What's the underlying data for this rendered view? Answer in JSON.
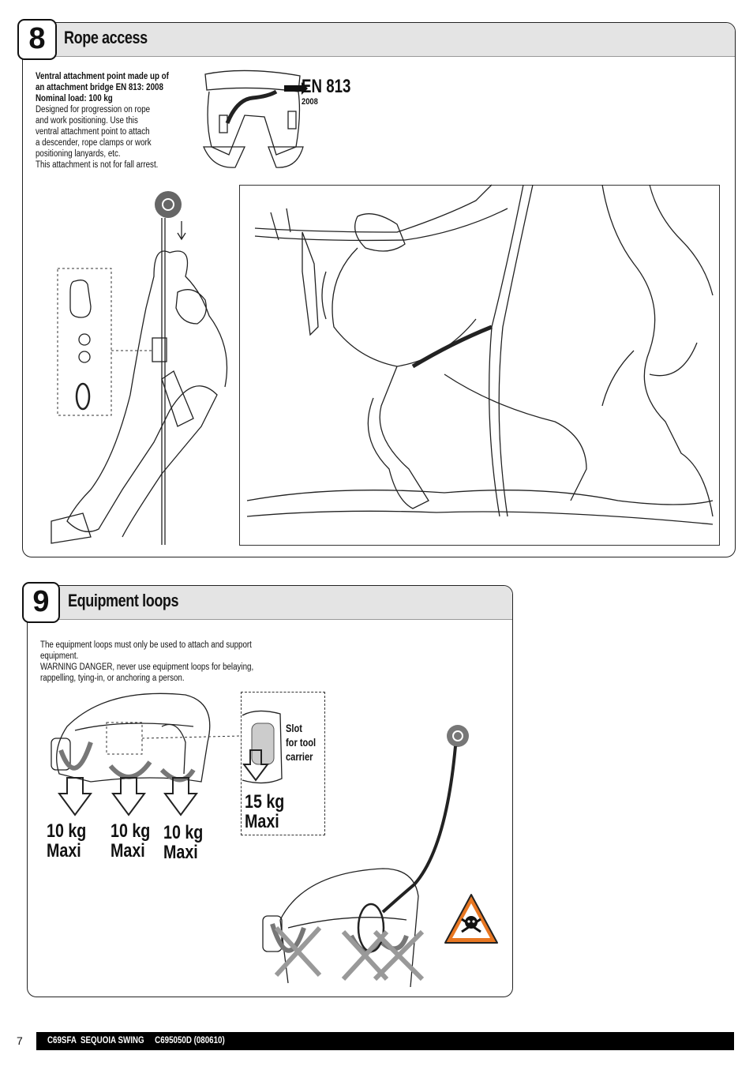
{
  "section8": {
    "number": "8",
    "title": "Rope access",
    "desc_bold": [
      "Ventral attachment point made up of",
      "an attachment bridge EN 813: 2008",
      "Nominal load: 100 kg"
    ],
    "desc": [
      "Designed for progression on rope",
      "and work positioning. Use this",
      "ventral attachment point to attach",
      "a descender, rope clamps or work",
      "positioning lanyards, etc.",
      "This attachment is not for fall arrest."
    ],
    "norm": "EN 813",
    "norm_year": "2008"
  },
  "section9": {
    "number": "9",
    "title": "Equipment loops",
    "desc": [
      "The equipment loops must only be used to attach and support",
      "equipment.",
      "WARNING DANGER, never use equipment loops for belaying,",
      "rappelling, tying-in, or anchoring a person."
    ],
    "loads": [
      {
        "kg": "10 kg",
        "max": "Maxi"
      },
      {
        "kg": "10 kg",
        "max": "Maxi"
      },
      {
        "kg": "10 kg",
        "max": "Maxi"
      }
    ],
    "slot_label": [
      "Slot",
      "for tool",
      "carrier"
    ],
    "slot_load": {
      "kg": "15 kg",
      "max": "Maxi"
    }
  },
  "footer": {
    "page": "7",
    "text": "C69SFA  SEQUOIA SWING     C695050D (080610)"
  },
  "colors": {
    "panel_header": "#e4e4e4",
    "warning": "#e87722"
  }
}
